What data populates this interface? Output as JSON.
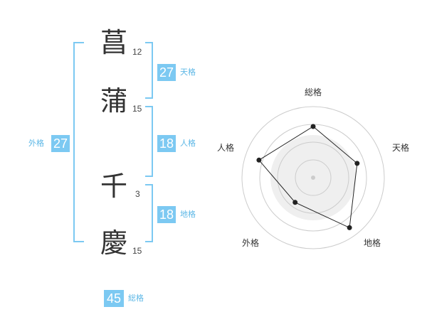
{
  "name": {
    "chars": [
      {
        "char": "菖",
        "strokes": "12"
      },
      {
        "char": "蒲",
        "strokes": "15"
      },
      {
        "char": "千",
        "strokes": "3"
      },
      {
        "char": "慶",
        "strokes": "15"
      }
    ]
  },
  "kaku": {
    "tenkaku": {
      "label": "天格",
      "value": "27"
    },
    "jinkaku": {
      "label": "人格",
      "value": "18"
    },
    "chikaku": {
      "label": "地格",
      "value": "18"
    },
    "gaikaku": {
      "label": "外格",
      "value": "27"
    },
    "soukaku": {
      "label": "総格",
      "value": "45"
    }
  },
  "radar": {
    "axes": [
      "総格",
      "天格",
      "地格",
      "外格",
      "人格"
    ],
    "values": [
      0.72,
      0.65,
      0.87,
      0.43,
      0.8
    ],
    "colors": {
      "fill": "#efefef",
      "ring": "#cccccc",
      "line": "#222222",
      "bracket": "#7cc9f2"
    }
  }
}
